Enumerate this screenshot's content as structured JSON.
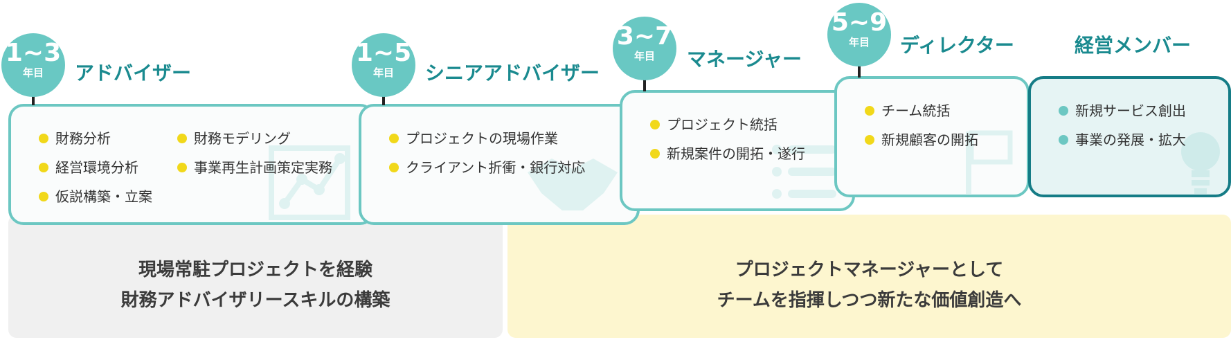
{
  "stages": [
    {
      "years": "1~3",
      "unit": "年目",
      "title": "アドバイザー",
      "items": [
        "財務分析",
        "経営環境分析",
        "仮説構築・立案",
        "財務モデリング",
        "事業再生計画策定実務"
      ],
      "icon": "chart-icon"
    },
    {
      "years": "1~5",
      "unit": "年目",
      "title": "シニアアドバイザー",
      "items": [
        "プロジェクトの現場作業",
        "クライアント折衝・銀行対応"
      ],
      "icon": "handshake-icon"
    },
    {
      "years": "3~7",
      "unit": "年目",
      "title": "マネージャー",
      "items": [
        "プロジェクト統括",
        "新規案件の開拓・遂行"
      ],
      "icon": "list-icon"
    },
    {
      "years": "5~9",
      "unit": "年目",
      "title": "ディレクター",
      "items": [
        "チーム統括",
        "新規顧客の開拓"
      ],
      "icon": "flag-icon"
    },
    {
      "years": "",
      "unit": "",
      "title": "経営メンバー",
      "items": [
        "新規サービス創出",
        "事業の発展・拡大"
      ],
      "icon": "lightbulb-icon"
    }
  ],
  "summaries": [
    {
      "line1": "現場常駐プロジェクトを経験",
      "line2": "財務アドバイザリースキルの構築"
    },
    {
      "line1": "プロジェクトマネージャーとして",
      "line2": "チームを指揮しつつ新たな価値創造へ"
    }
  ],
  "colors": {
    "teal": "#6cc7c2",
    "dark_teal": "#157c86",
    "title": "#1a8a8f",
    "bullet_yellow": "#f1d81a",
    "band_gray": "#f0f0f0",
    "band_yellow": "#fdf6cf"
  }
}
